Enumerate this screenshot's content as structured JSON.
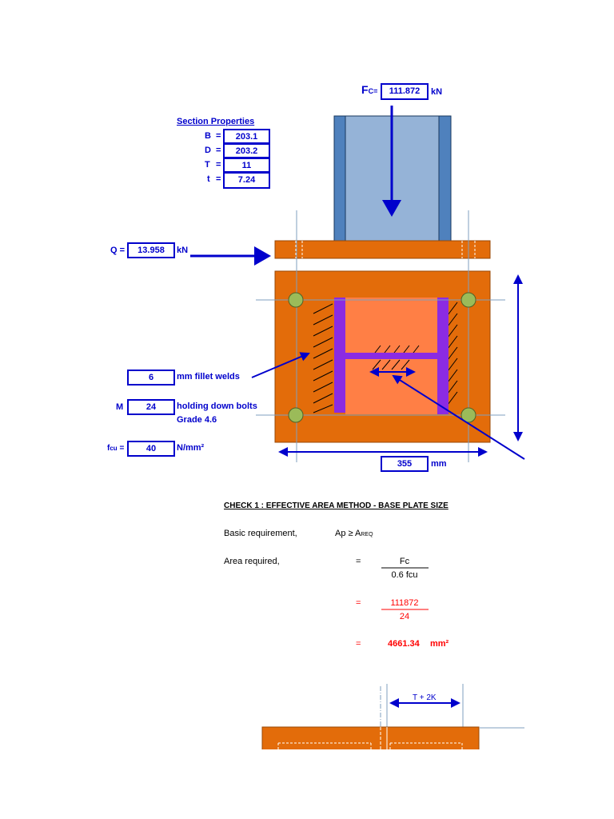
{
  "force": {
    "fc_label": "F",
    "fc_sub": "C",
    "fc_eq": "=",
    "fc_value": "111.872",
    "fc_unit": "kN"
  },
  "section_properties": {
    "title": "Section Properties",
    "rows": [
      {
        "name": "B",
        "eq": "=",
        "value": "203.1"
      },
      {
        "name": "D",
        "eq": "=",
        "value": "203.2"
      },
      {
        "name": "T",
        "eq": "=",
        "value": "11"
      },
      {
        "name": "t",
        "eq": "=",
        "value": "7.24"
      }
    ]
  },
  "shear": {
    "label": "Q =",
    "value": "13.958",
    "unit": "kN"
  },
  "weld": {
    "value": "6",
    "label": "mm fillet welds"
  },
  "bolts": {
    "prefix": "M",
    "value": "24",
    "label": "holding down bolts",
    "grade": "Grade 4.6"
  },
  "fcu": {
    "label": "fcu =",
    "label_main": "f",
    "label_sub": "cu",
    "label_eq": "=",
    "value": "40",
    "unit": "N/mm²"
  },
  "plate": {
    "width_value": "355",
    "width_unit": "mm"
  },
  "check1": {
    "title": "CHECK 1 : EFFECTIVE AREA METHOD - BASE PLATE SIZE",
    "basic_label": "Basic requirement,",
    "basic_formula_main": "Ap ≥ A",
    "basic_formula_sub": "REQ",
    "area_label": "Area required,",
    "eq1": "=",
    "num1": "Fc",
    "den1": "0.6 fcu",
    "eq2": "=",
    "num2": "111872",
    "den2": "24",
    "eq3": "=",
    "result_value": "4661.34",
    "result_unit": "mm²"
  },
  "detail": {
    "dim_label": "T + 2K"
  },
  "colors": {
    "blue": "#0000cc",
    "orange": "#e36c0a",
    "orange_light": "#ff7f45",
    "steel_light": "#95b3d7",
    "steel_dark": "#4f81bd",
    "purple": "#8b2be2",
    "bolt": "#9bbb59",
    "red": "#ff0000"
  }
}
